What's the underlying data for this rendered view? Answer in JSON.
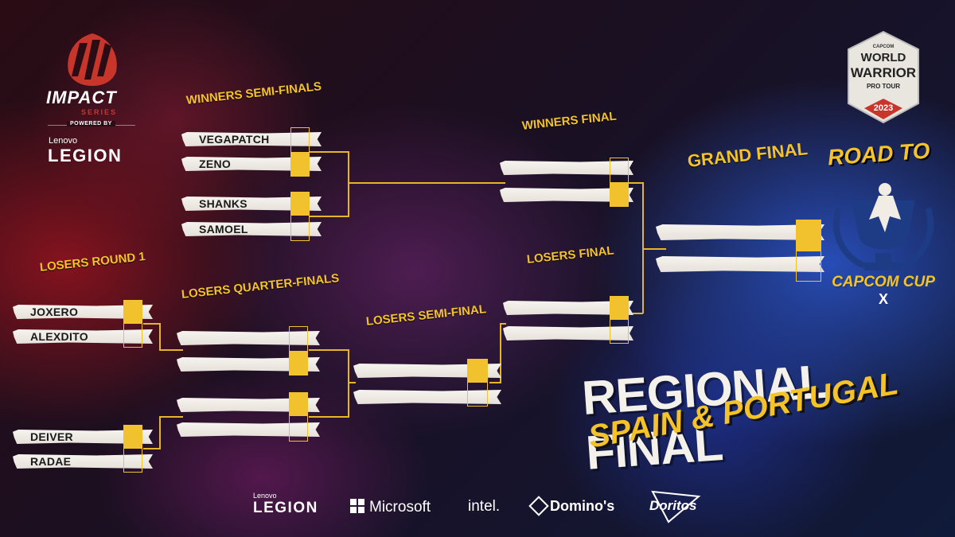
{
  "brand": {
    "impact": "IMPACT",
    "series": "SERIES",
    "powered_by": "POWERED BY",
    "lenovo": "Lenovo",
    "legion": "LEGION"
  },
  "tour_badge": {
    "top": "CAPCOM",
    "world": "WORLD",
    "warrior": "WARRIOR",
    "pro_tour": "PRO TOUR",
    "year": "2023"
  },
  "road_to": "ROAD TO",
  "capcom_cup": {
    "name": "CAPCOM CUP",
    "numeral": "X"
  },
  "title": {
    "line1": "REGIONAL FINAL",
    "line2": "SPAIN & PORTUGAL"
  },
  "rounds": {
    "winners_semis": "WINNERS SEMI-FINALS",
    "winners_final": "WINNERS FINAL",
    "grand_final": "GRAND FINAL",
    "losers_r1": "LOSERS ROUND 1",
    "losers_qf": "LOSERS QUARTER-FINALS",
    "losers_sf": "LOSERS SEMI-FINAL",
    "losers_final": "LOSERS FINAL"
  },
  "players": {
    "ws1": "VEGAPATCH",
    "ws2": "ZENO",
    "ws3": "SHANKS",
    "ws4": "SAMOEL",
    "lr1": "JOXERO",
    "lr2": "ALEXDITO",
    "lr3": "DEIVER",
    "lr4": "RADAE"
  },
  "sponsors": {
    "lenovo_small": "Lenovo",
    "legion": "LEGION",
    "microsoft": "Microsoft",
    "intel": "intel.",
    "dominos": "Domino's",
    "doritos": "Doritos"
  },
  "colors": {
    "accent": "#f2c12e",
    "bar": "#f3f0ea"
  }
}
